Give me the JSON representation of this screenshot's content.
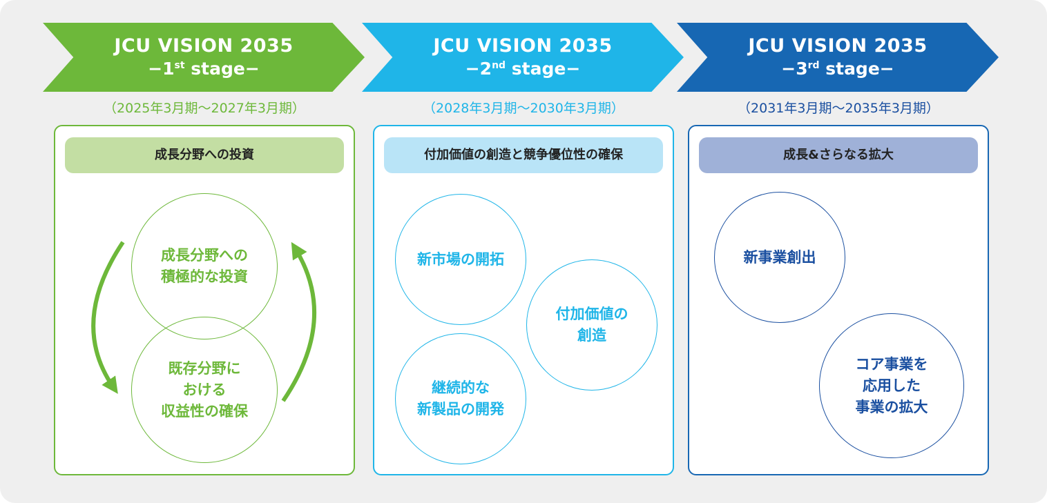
{
  "colors": {
    "green": "#6db83a",
    "green_label": "#c3dea3",
    "cyan": "#1fb5e8",
    "cyan_label": "#b9e4f7",
    "blue": "#1767b3",
    "blue_label": "#9fb1d8",
    "blue_dark": "#1a4fa0"
  },
  "stages": [
    {
      "title": "JCU VISION 2035",
      "stage_prefix": "−1",
      "stage_sup": "st",
      "stage_suffix": " stage−",
      "period": "（2025年3月期〜2027年3月期）",
      "label": "成長分野への投資",
      "circles": [
        "成長分野への\n積極的な投資",
        "既存分野に\nおける\n収益性の確保"
      ]
    },
    {
      "title": "JCU VISION 2035",
      "stage_prefix": "−2",
      "stage_sup": "nd",
      "stage_suffix": " stage−",
      "period": "（2028年3月期〜2030年3月期）",
      "label": "付加価値の創造と競争優位性の確保",
      "circles": [
        "新市場の開拓",
        "付加価値の\n創造",
        "継続的な\n新製品の開発"
      ]
    },
    {
      "title": "JCU VISION 2035",
      "stage_prefix": "−3",
      "stage_sup": "rd",
      "stage_suffix": " stage−",
      "period": "（2031年3月期〜2035年3月期）",
      "label": "成長&さらなる拡大",
      "circles": [
        "新事業創出",
        "コア事業を\n応用した\n事業の拡大"
      ]
    }
  ]
}
